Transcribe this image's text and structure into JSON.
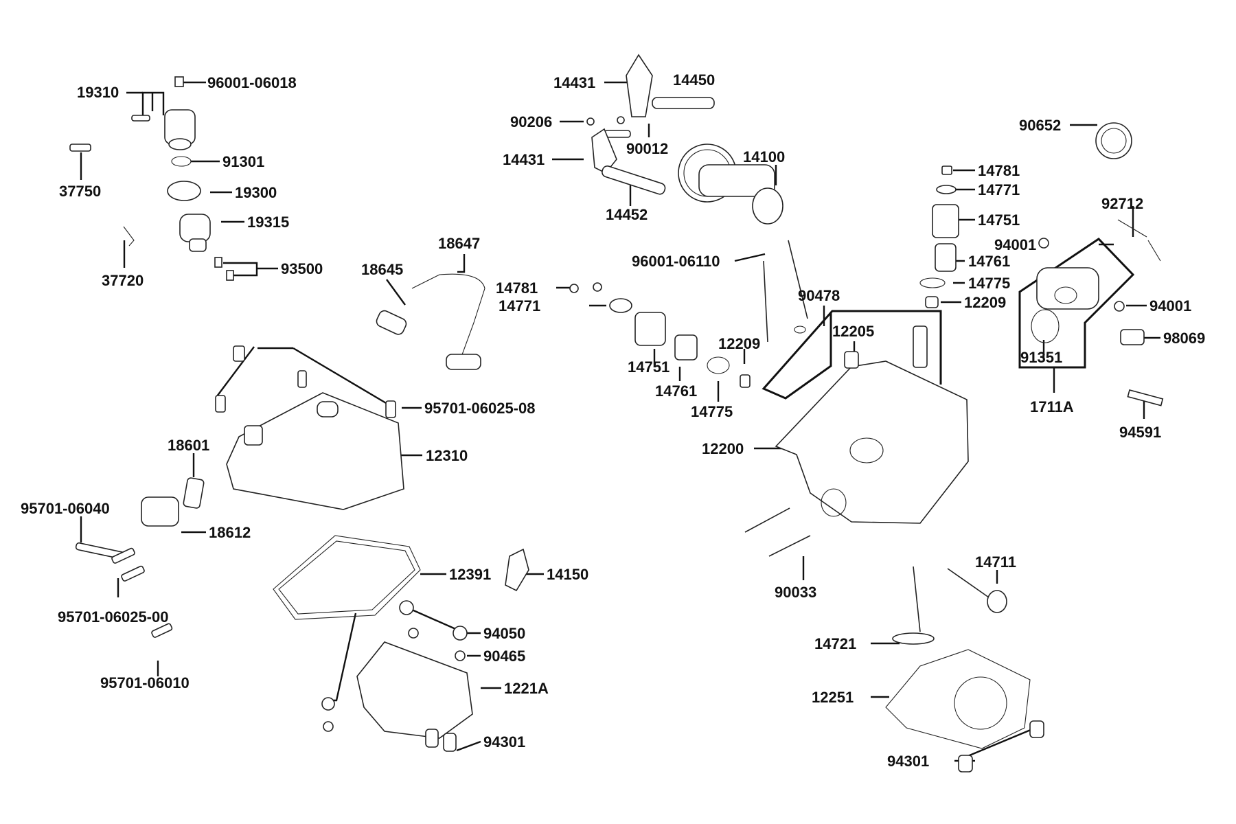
{
  "diagram": {
    "labels": {
      "l96001_06018": "96001-06018",
      "l19310": "19310",
      "l91301": "91301",
      "l37750": "37750",
      "l19300": "19300",
      "l19315": "19315",
      "l37720": "37720",
      "l93500": "93500",
      "l14431a": "14431",
      "l14450": "14450",
      "l90206": "90206",
      "l90012": "90012",
      "l14431b": "14431",
      "l14100": "14100",
      "l14452": "14452",
      "l90652": "90652",
      "l14781a": "14781",
      "l14771a": "14771",
      "l14751a": "14751",
      "l92712": "92712",
      "l94001a": "94001",
      "l14761a": "14761",
      "l14775a": "14775",
      "l12209a": "12209",
      "l94001b": "94001",
      "l98069": "98069",
      "l91351": "91351",
      "l1711A": "1711A",
      "l94591": "94591",
      "l18647": "18647",
      "l18645": "18645",
      "l14781b": "14781",
      "l14771b": "14771",
      "l96001_06110": "96001-06110",
      "l90478": "90478",
      "l12205": "12205",
      "l12209b": "12209",
      "l14751b": "14751",
      "l14761b": "14761",
      "l14775b": "14775",
      "l95701_06025_08": "95701-06025-08",
      "l12310": "12310",
      "l18601": "18601",
      "l12200": "12200",
      "l95701_06040": "95701-06040",
      "l18612": "18612",
      "l12391": "12391",
      "l14150": "14150",
      "l90033": "90033",
      "l14711": "14711",
      "l95701_06025_00": "95701-06025-00",
      "l94050": "94050",
      "l90465": "90465",
      "l14721": "14721",
      "l1221A": "1221A",
      "l12251": "12251",
      "l95701_06010": "95701-06010",
      "l94301a": "94301",
      "l94301b": "94301"
    }
  }
}
